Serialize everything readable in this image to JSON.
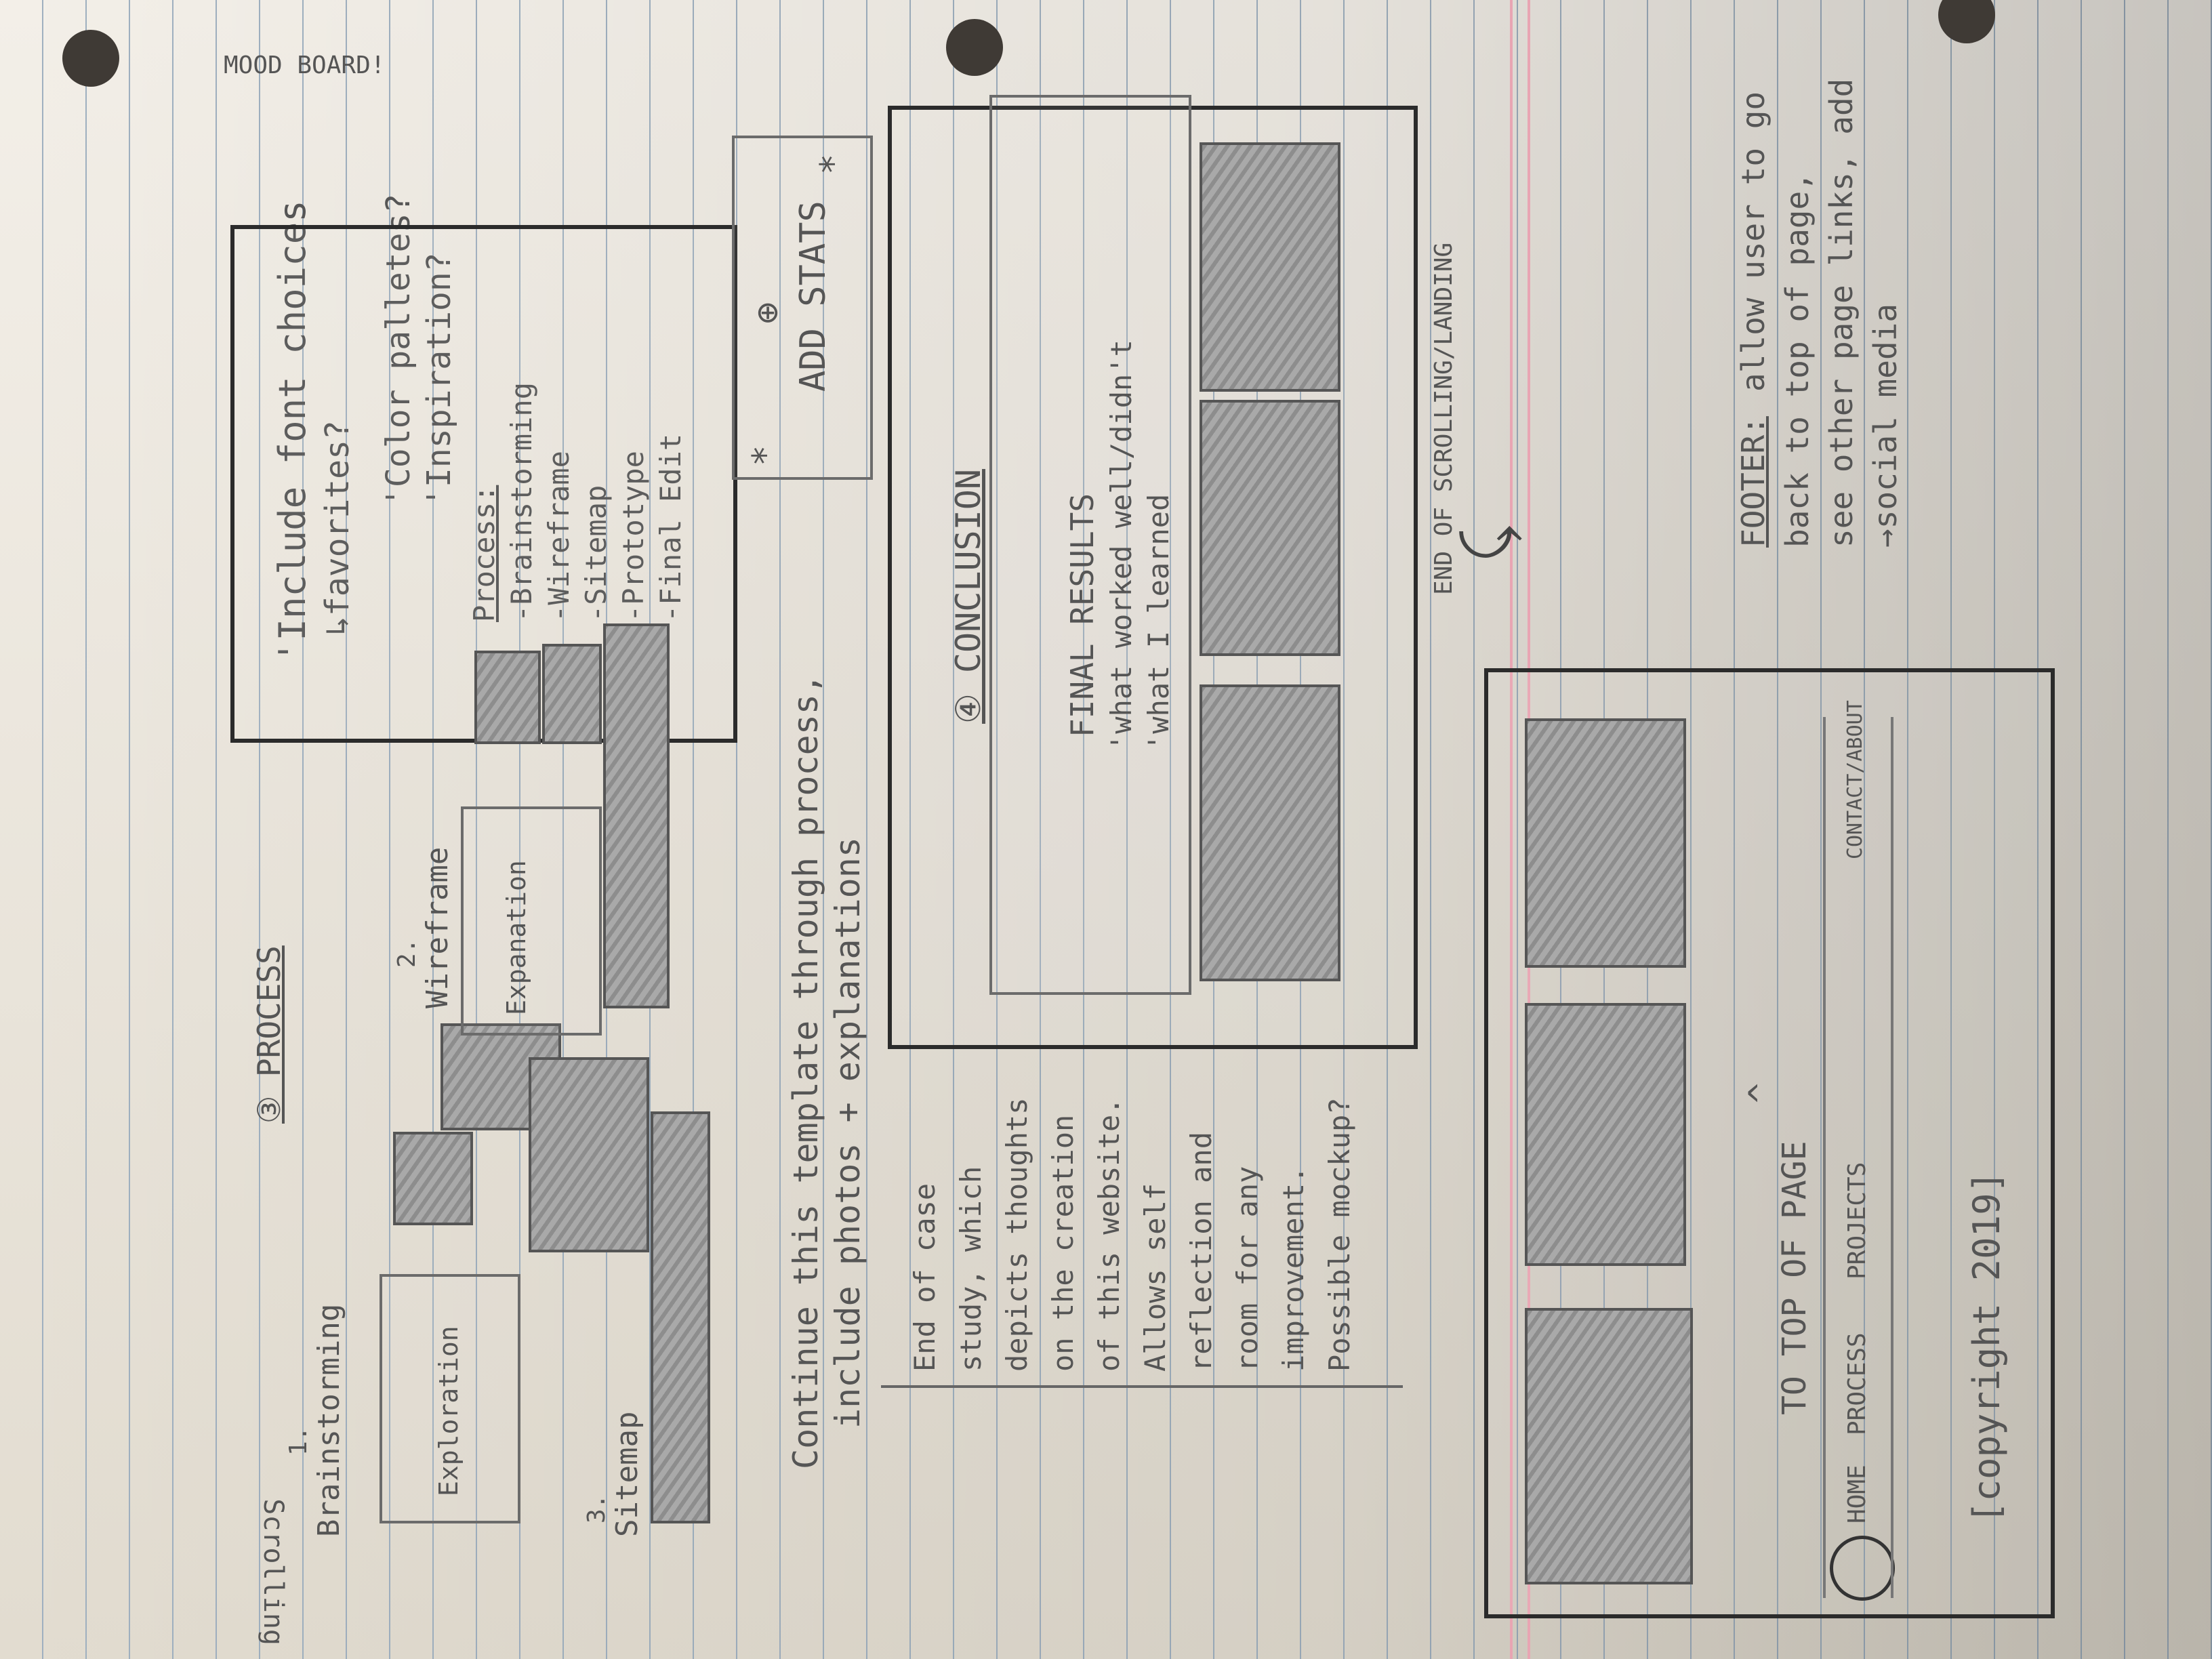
{
  "mood_board": {
    "title": "MOOD BOARD!",
    "line1": "'Include font choices",
    "line2": "↳favorites?",
    "line3": "'Color palletes?",
    "line4": "'Inspiration?"
  },
  "process_note": {
    "heading": "Process:",
    "items": [
      "-Brainstorming",
      "-Wireframe",
      "-Sitemap",
      "-Prototype",
      "-Final Edit"
    ]
  },
  "stats_box": {
    "plus": "⊕",
    "label": "ADD STATS",
    "star_left": "*",
    "star_right": "*"
  },
  "process_section": {
    "heading": "③ PROCESS",
    "step1_num": "1.",
    "step1": "Brainstorming",
    "step1_box": "Exploration",
    "step2_num": "2.",
    "step2": "Wireframe",
    "step2_box": "Expanation",
    "step3_num": "3.",
    "step3": "Sitemap"
  },
  "continue_note": {
    "line1": "Continue this template through process,",
    "line2": "include photos + explanations"
  },
  "conclusion_section": {
    "heading": "④ CONCLUSION",
    "line1": "FINAL  RESULTS",
    "line2": "'what worked well/didn't",
    "line3": "'what I learned"
  },
  "case_study_note": {
    "lines": [
      "End of case",
      "study, which",
      "depicts thoughts",
      "on the creation",
      "of this website.",
      "Allows self",
      "reflection and",
      "room for any",
      "improvement.",
      "Possible mockup?"
    ]
  },
  "scrolling_label": "END OF SCROLLING/LANDING",
  "side_label": "Scrolling",
  "footer_section": {
    "to_top": "TO TOP OF PAGE",
    "caret": "^",
    "nav": [
      "HOME",
      "PROCESS",
      "PROJECTS",
      "CONTACT/ABOUT"
    ],
    "copyright": "[copyright 2019]"
  },
  "footer_note": {
    "label": "FOOTER:",
    "line1": "allow user to go",
    "line2": "back to top of page,",
    "line3": "see other page links, add",
    "line4": "→social media"
  }
}
